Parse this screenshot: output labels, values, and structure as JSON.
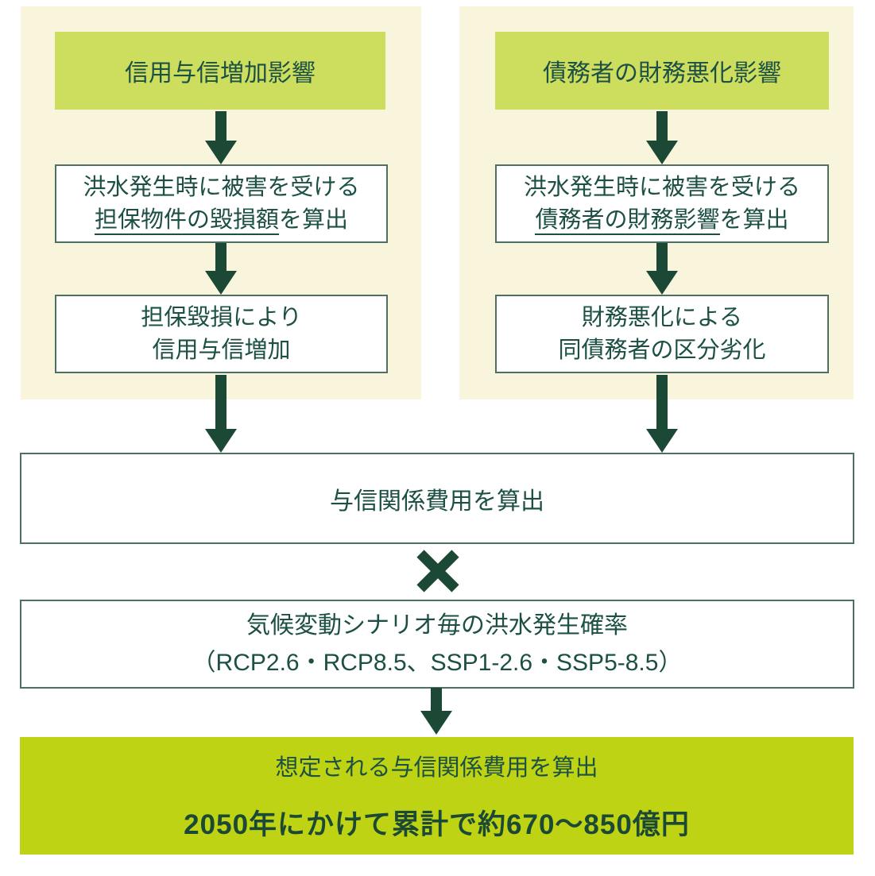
{
  "colors": {
    "cream": "#f8f5dc",
    "header_green": "#cdde5f",
    "result_green": "#bdd313",
    "arrow_green": "#1c4936",
    "text_green": "#1d5045",
    "box_border": "#4e7063"
  },
  "left_column": {
    "header_label": "信用与信増加影響",
    "calc_box": {
      "line1": "洪水発生時に被害を受ける",
      "underlined": "担保物件の毀損額",
      "suffix": "を算出"
    },
    "effect_box": {
      "line1": "担保毀損により",
      "line2": "信用与信増加"
    }
  },
  "right_column": {
    "header_label": "債務者の財務悪化影響",
    "calc_box": {
      "line1": "洪水発生時に被害を受ける",
      "underlined": "債務者の財務影響",
      "suffix": "を算出"
    },
    "effect_box": {
      "line1": "財務悪化による",
      "line2": "同債務者の区分劣化"
    }
  },
  "flow": {
    "credit_cost_label": "与信関係費用を算出",
    "multiply_symbol": "×",
    "scenario_line1": "気候変動シナリオ毎の洪水発生確率",
    "scenario_line2": "（RCP2.6・RCP8.5、SSP1-2.6・SSP5-8.5）",
    "result_line1": "想定される与信関係費用を算出",
    "result_line2": "2050年にかけて累計で約670～850億円"
  }
}
